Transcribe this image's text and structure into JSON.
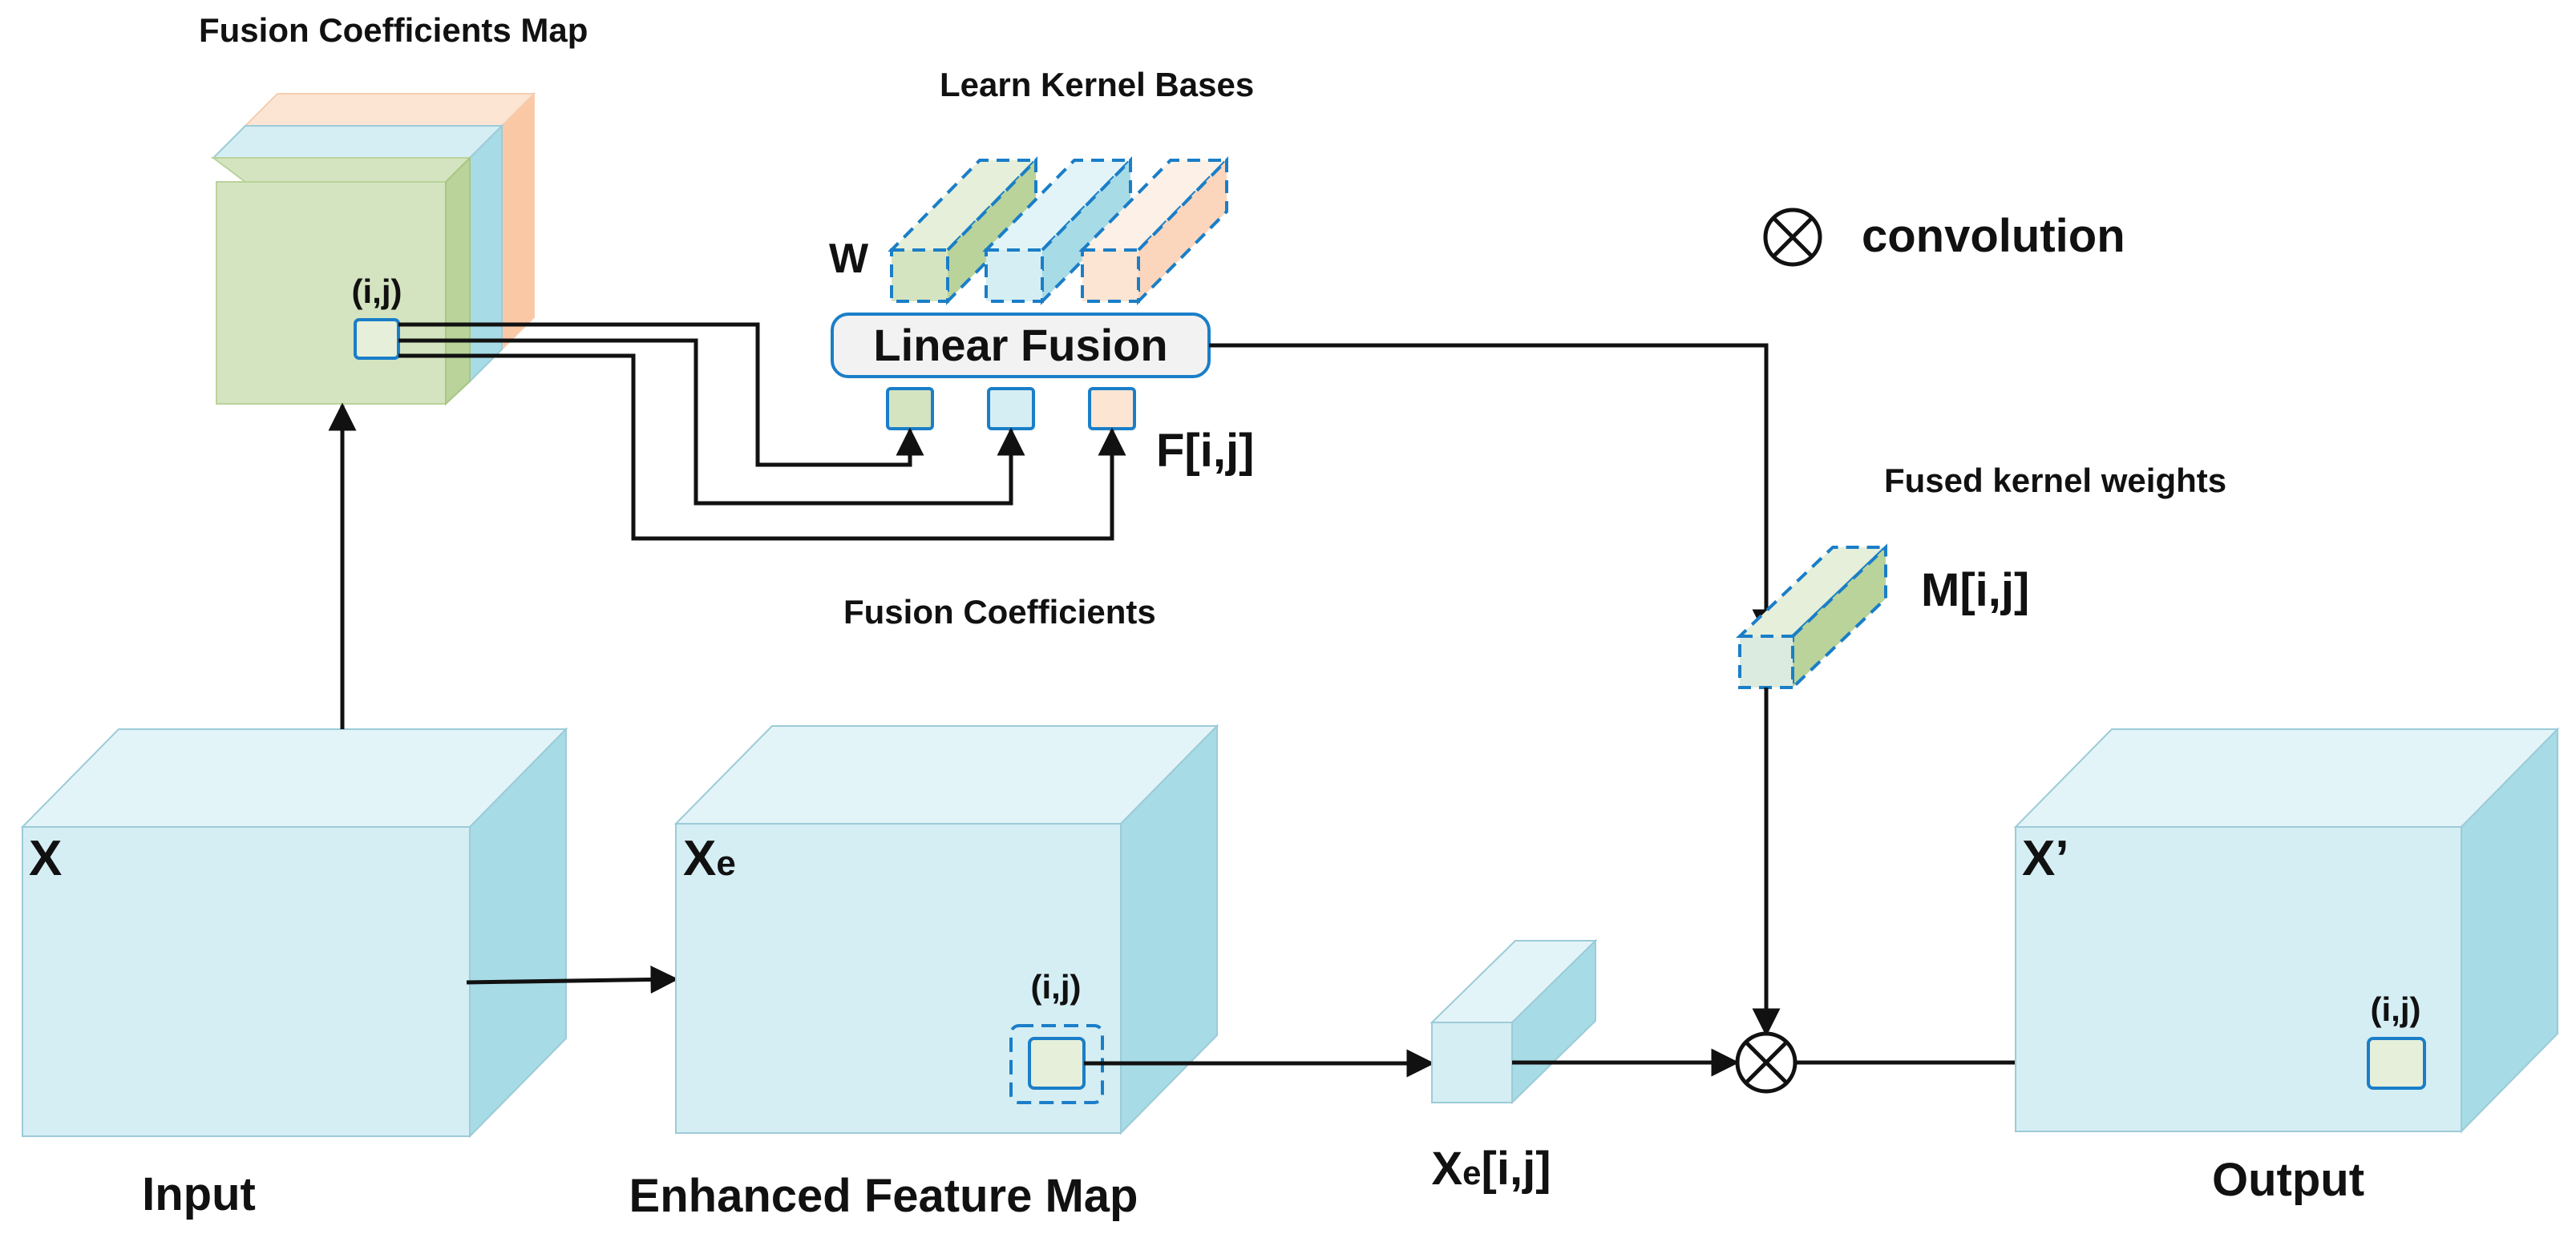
{
  "labels": {
    "fusion_map_title": "Fusion Coefficients Map",
    "learn_kernel_bases": "Learn Kernel Bases",
    "w_label": "W",
    "linear_fusion": "Linear Fusion",
    "f_label": "F[i,j]",
    "fusion_coefficients": "Fusion Coefficients",
    "legend_label": "convolution",
    "fused_kernel_weights": "Fused kernel weights",
    "m_label": "M[i,j]",
    "input_caption": "Input",
    "enhanced_caption": "Enhanced Feature Map",
    "output_caption": "Output",
    "cube_x": "X",
    "cube_xe_main": "X",
    "cube_xe_sub": "e",
    "cube_xprime": "X’",
    "ij_map": "(i,j)",
    "ij_enhanced": "(i,j)",
    "ij_output": "(i,j)",
    "xe_vec_main": "X",
    "xe_vec_sub": "e",
    "xe_vec_rest": "[i,j]"
  },
  "colors": {
    "green": "#d5e4c0",
    "green_dark": "#b9d39a",
    "blue": "#d5eef3",
    "blue_dark": "#a7dbe6",
    "peach": "#fde5d3",
    "peach_dark": "#fbc8a6",
    "stroke_blue": "#1a7ec8",
    "arrow": "#111111",
    "cube_edge": "#9ccbd8"
  }
}
